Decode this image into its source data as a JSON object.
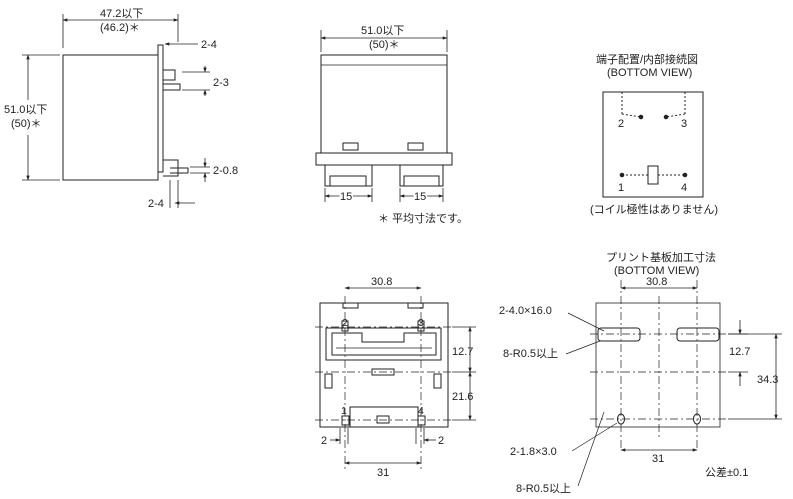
{
  "side_view": {
    "width_label": "47.2以下",
    "width_ref": "(46.2)＊",
    "height_label": "51.0以下",
    "height_ref": "(50)＊",
    "dim_top_right": "2-4",
    "dim_pin_upper": "2-3",
    "dim_pin_lower": "2-0.8",
    "dim_bottom": "2-4"
  },
  "front_view": {
    "width_label": "51.0以下",
    "width_ref": "(50)＊",
    "foot_left": "15",
    "foot_right": "15",
    "note": "＊ 平均寸法です。"
  },
  "internal_diagram": {
    "title": "端子配置/内部接続図",
    "subtitle": "(BOTTOM VIEW)",
    "terminal_2": "2",
    "terminal_3": "3",
    "terminal_1": "1",
    "terminal_4": "4",
    "note": "(コイル極性はありません)"
  },
  "bottom_view": {
    "pin_spacing_top": "30.8",
    "pin_2": "2",
    "pin_3": "3",
    "pin_1": "1",
    "pin_4": "4",
    "dim_right_upper": "12.7",
    "dim_right_lower": "21.6",
    "dim_left_small": "2",
    "dim_right_small": "2",
    "dim_bottom": "31"
  },
  "pcb_layout": {
    "title": "プリント基板加工寸法",
    "subtitle": "(BOTTOM VIEW)",
    "dim_top": "30.8",
    "slot_label": "2-4.0×16.0",
    "radius_label_upper": "8-R0.5以上",
    "dim_right_inner": "12.7",
    "dim_right_outer": "34.3",
    "hole_label": "2-1.8×3.0",
    "dim_bottom": "31",
    "radius_label_lower": "8-R0.5以上",
    "tolerance": "公差±0.1"
  }
}
